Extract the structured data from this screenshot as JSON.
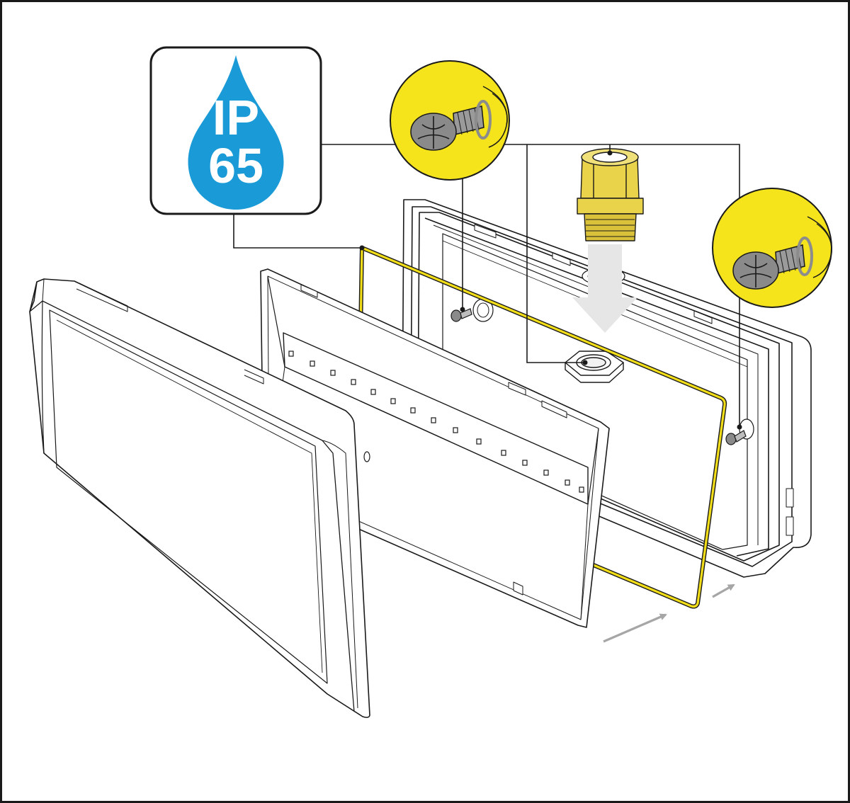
{
  "badge": {
    "line1": "IP",
    "line2": "65",
    "drop_color": "#1a9ad6",
    "text_color": "#ffffff"
  },
  "colors": {
    "gasket": "#f2dd19",
    "callout_fill": "#f5e41c",
    "outline": "#1a1a1a",
    "arrow": "#a6a6a6",
    "fill_arrow": "#e6e6e6",
    "gland": "#e8d34a"
  },
  "parts": [
    "diffuser-cover",
    "led-reflector",
    "seal-gasket",
    "base-housing",
    "screw",
    "cable-gland",
    "lock-nut"
  ]
}
